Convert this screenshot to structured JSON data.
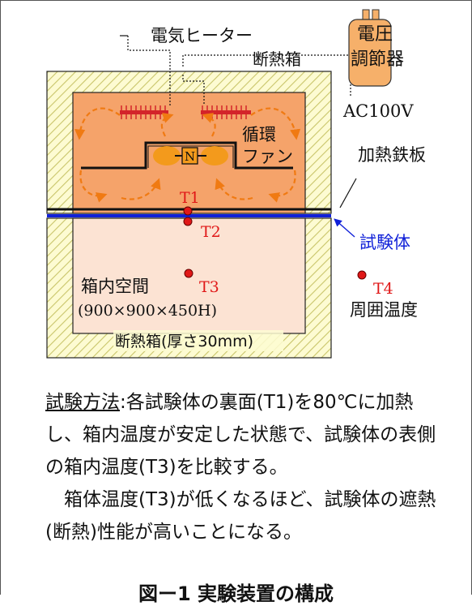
{
  "labels": {
    "heater": "電気ヒーター",
    "voltage_regulator_line1": "電圧",
    "voltage_regulator_line2": "調節器",
    "box_top": "断熱箱",
    "power": "AC100V",
    "fan_line1": "循環",
    "fan_line2": "ファン",
    "fan_motor": "N",
    "heated_plate": "加熱鉄板",
    "specimen": "試験体",
    "inner_space_line1": "箱内空間",
    "inner_space_line2": "(900×900×450H)",
    "box_bottom": "断熱箱(厚さ30mm)",
    "ambient": "周囲温度"
  },
  "sensors": [
    {
      "id": "T1"
    },
    {
      "id": "T2"
    },
    {
      "id": "T3"
    },
    {
      "id": "T4"
    }
  ],
  "description": {
    "method_heading": "試験方法",
    "method_text": ":各試験体の裏面(T1)を80℃に加熱し、箱内温度が安定した状態で、試験体の表側の箱内温度(T3)を比較する。",
    "note": "箱体温度(T3)が低くなるほど、試験体の遮熱(断熱)性能が高いことになる。"
  },
  "caption": "図ー1 実験装置の構成",
  "colors": {
    "insulation_fill": "#fdfbd2",
    "hatch": "#c9c56a",
    "heated_chamber": "#f5a36a",
    "inner_space": "#fce3d3",
    "specimen_line": "#1020d8",
    "sensor_red": "#e01818",
    "label_red": "#e01818",
    "label_blue": "#1020d8",
    "fan_orange": "#f39a1c",
    "arrow_orange": "#f07a12",
    "heater_red": "#d3242a"
  }
}
